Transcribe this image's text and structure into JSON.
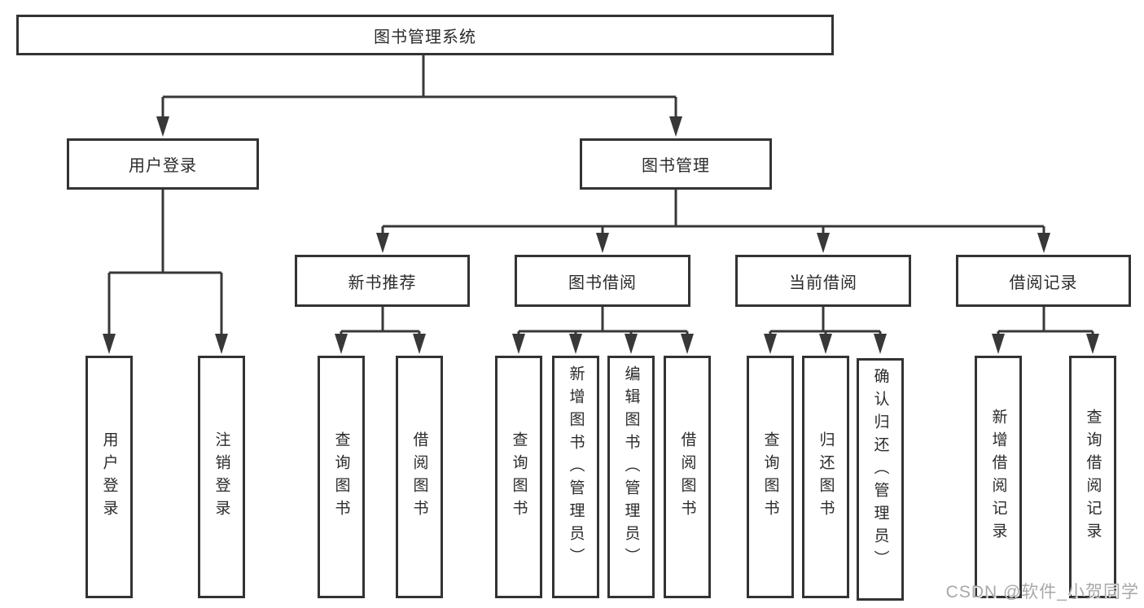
{
  "colors": {
    "line": "#383838",
    "box_border": "#333333",
    "text": "#2b2b2b",
    "watermark_text": "#a8a8a8",
    "background": "#ffffff"
  },
  "tree": {
    "root": {
      "label": "图书管理系统"
    },
    "branches": [
      {
        "label": "用户登录",
        "children": [
          {
            "label": "用户登录"
          },
          {
            "label": "注销登录"
          }
        ]
      },
      {
        "label": "图书管理",
        "children": [
          {
            "label": "新书推荐",
            "children": [
              {
                "label": "查询图书"
              },
              {
                "label": "借阅图书"
              }
            ]
          },
          {
            "label": "图书借阅",
            "children": [
              {
                "label": "查询图书"
              },
              {
                "label": "新增图书（管理员）"
              },
              {
                "label": "编辑图书（管理员）"
              },
              {
                "label": "借阅图书"
              }
            ]
          },
          {
            "label": "当前借阅",
            "children": [
              {
                "label": "查询图书"
              },
              {
                "label": "归还图书"
              },
              {
                "label": "确认归还（管理员）"
              }
            ]
          },
          {
            "label": "借阅记录",
            "children": [
              {
                "label": "新增借阅记录"
              },
              {
                "label": "查询借阅记录"
              }
            ]
          }
        ]
      }
    ]
  },
  "watermark": {
    "text": "CSDN @软件_小贺同学"
  }
}
